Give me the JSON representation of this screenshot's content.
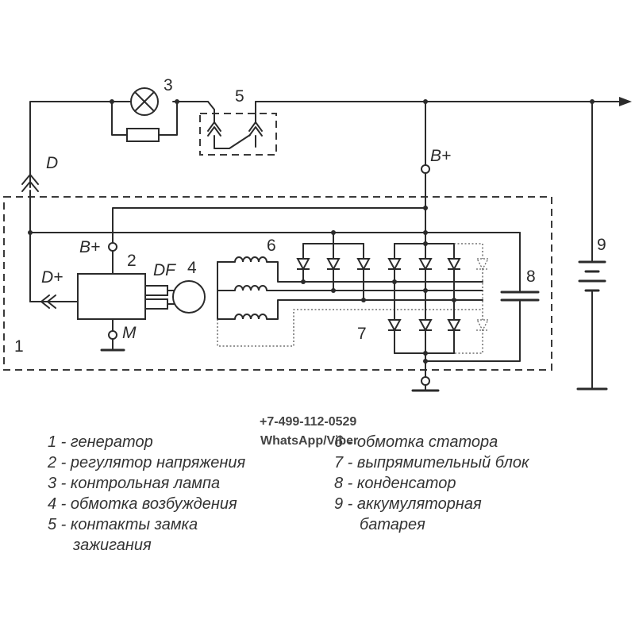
{
  "labels": {
    "n1": "1",
    "n2": "2",
    "n3": "3",
    "n4": "4",
    "n5": "5",
    "n6": "6",
    "n7": "7",
    "n8": "8",
    "n9": "9",
    "D": "D",
    "D_plus": "D+",
    "B_plus_top": "B+",
    "B_plus_reg": "B+",
    "DF": "DF",
    "M": "M"
  },
  "legend": {
    "left": [
      "1 - генератор",
      "2 - регулятор напряжения",
      "3 - контрольная лампа",
      "4 - обмотка возбуждения",
      "5 - контакты замка",
      "зажигания"
    ],
    "right": [
      "6 - обмотка статора",
      "7 - выпрямительный блок",
      "8 - конденсатор",
      "9 - аккумуляторная",
      "батарея"
    ]
  },
  "watermark": {
    "phone": "+7-499-112-0529",
    "apps": "WhatsApp/Viber"
  }
}
